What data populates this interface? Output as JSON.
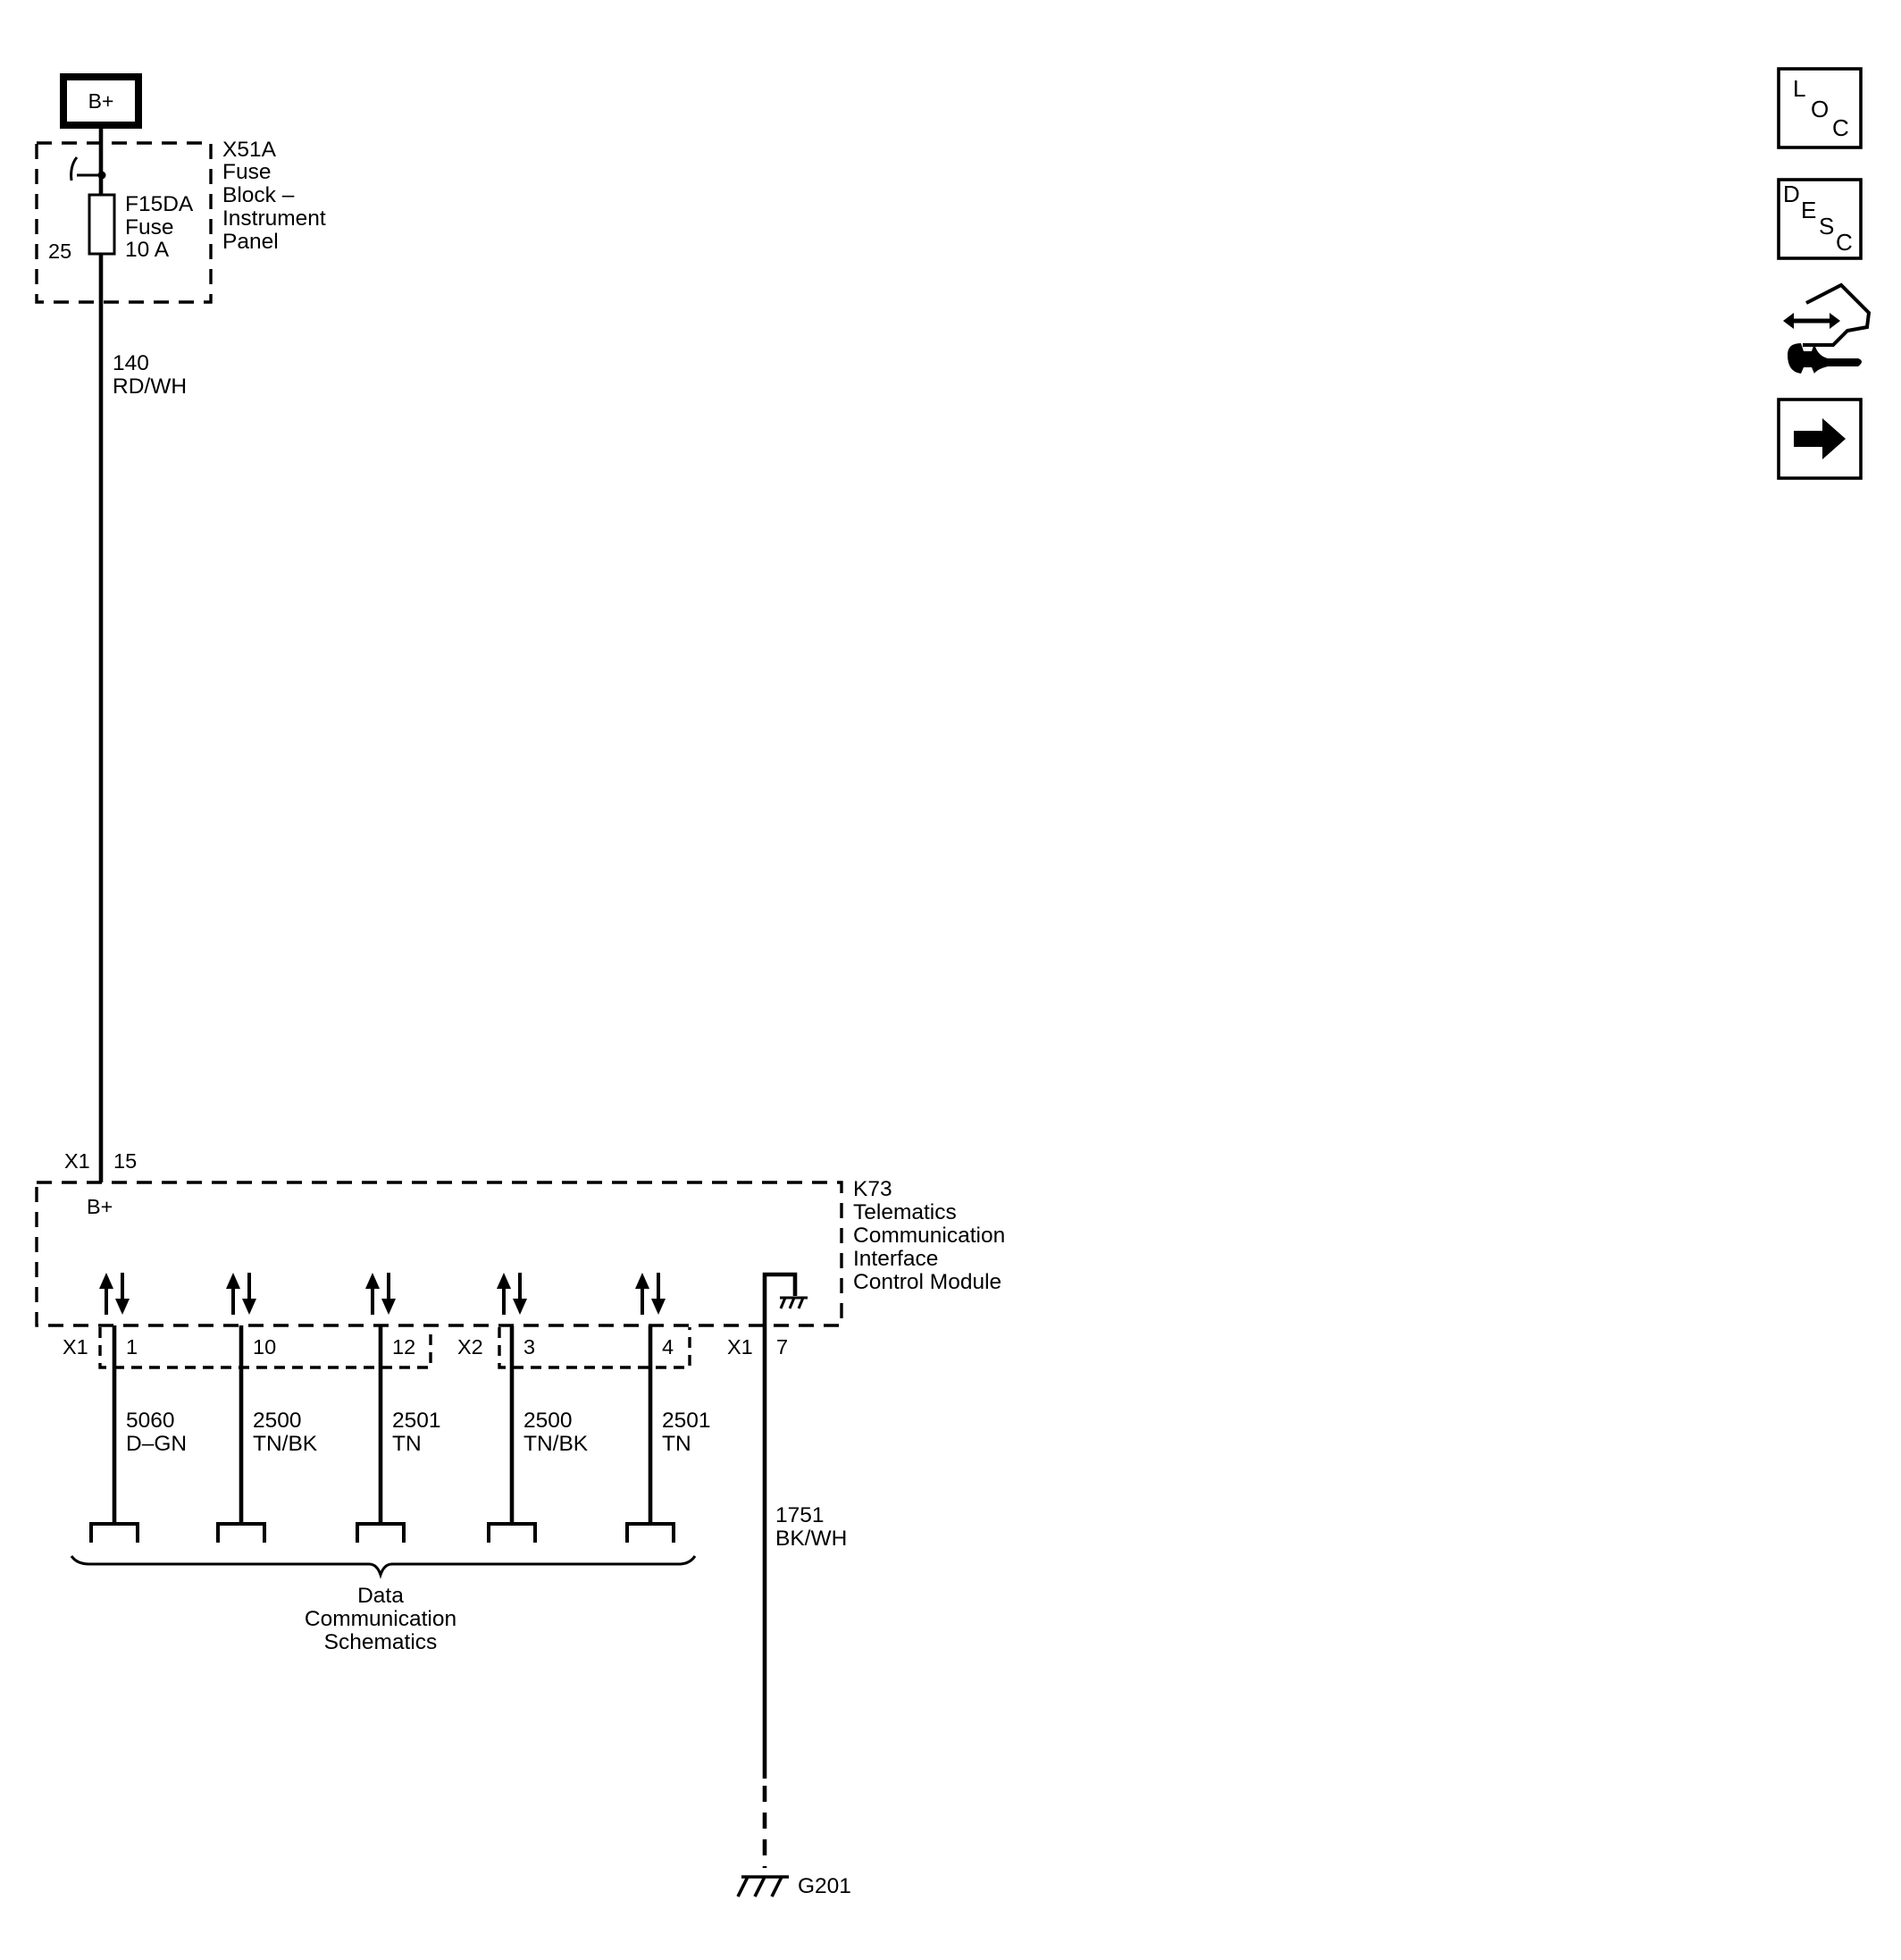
{
  "power": {
    "badge": "B+"
  },
  "fuse_block": {
    "id": "X51A",
    "name_lines": [
      "Fuse",
      "Block –",
      "Instrument",
      "Panel"
    ],
    "fuse_id": "F15DA",
    "fuse_type": "Fuse",
    "fuse_rating": "10 A",
    "cavity": "25"
  },
  "wire_140": {
    "circuit": "140",
    "color": "RD/WH"
  },
  "module": {
    "id": "K73",
    "name_lines": [
      "Telematics",
      "Communication",
      "Interface",
      "Control Module"
    ],
    "power_connector": "X1",
    "power_pin": "15",
    "power_label": "B+",
    "connector_x1": "X1",
    "connector_x2": "X2",
    "ground_connector": "X1",
    "ground_pin": "7"
  },
  "data_pins": [
    {
      "pin": "1",
      "circuit": "5060",
      "color": "D–GN"
    },
    {
      "pin": "10",
      "circuit": "2500",
      "color": "TN/BK"
    },
    {
      "pin": "12",
      "circuit": "2501",
      "color": "TN"
    },
    {
      "pin": "3",
      "circuit": "2500",
      "color": "TN/BK"
    },
    {
      "pin": "4",
      "circuit": "2501",
      "color": "TN"
    }
  ],
  "ground_wire": {
    "circuit": "1751",
    "color": "BK/WH",
    "ground_id": "G201"
  },
  "reference": {
    "lines": [
      "Data",
      "Communication",
      "Schematics"
    ]
  },
  "side_icons": {
    "loc": [
      "L",
      "O",
      "C"
    ],
    "desc": [
      "D",
      "E",
      "S",
      "C"
    ],
    "connector_icon": "connector-wrench-icon",
    "next_icon": "arrow-right-icon"
  }
}
